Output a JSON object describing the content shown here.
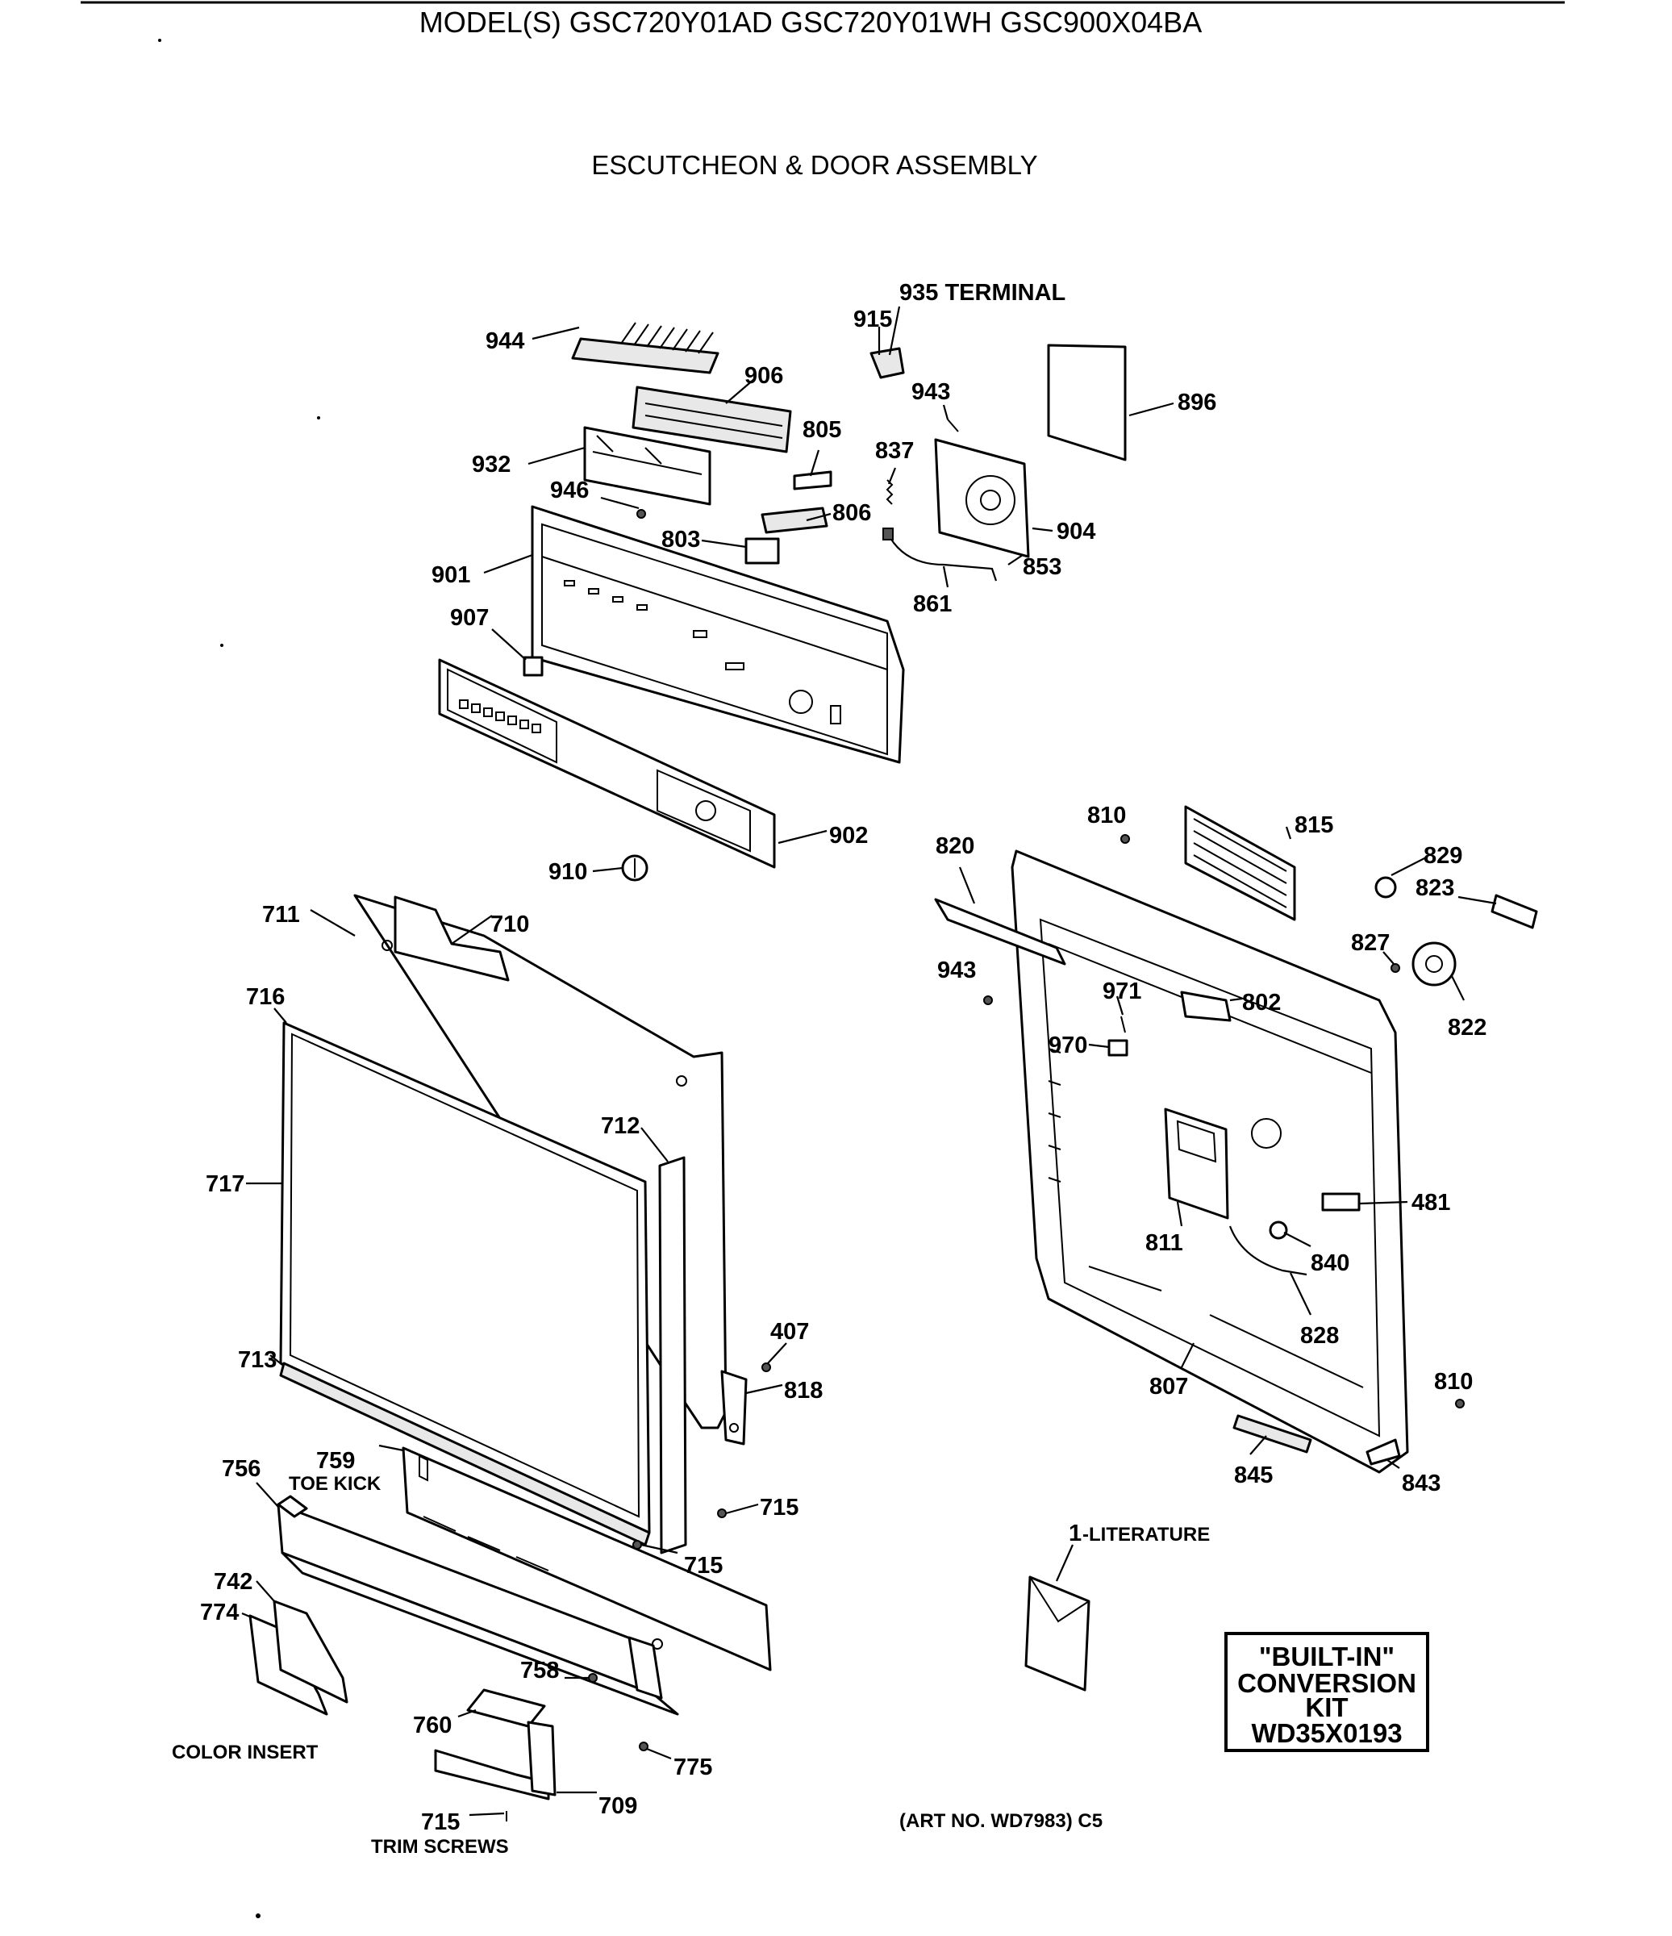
{
  "header": {
    "models": "MODEL(S) GSC720Y01AD  GSC720Y01WH  GSC900X04BA",
    "assembly_title": "ESCUTCHEON & DOOR ASSEMBLY"
  },
  "callouts": {
    "p935": "935 TERMINAL",
    "p915": "915",
    "p944": "944",
    "p906": "906",
    "p943a": "943",
    "p896": "896",
    "p932": "932",
    "p805": "805",
    "p837": "837",
    "p946": "946",
    "p806": "806",
    "p904": "904",
    "p803": "803",
    "p853": "853",
    "p901": "901",
    "p861": "861",
    "p907": "907",
    "p810a": "810",
    "p815": "815",
    "p902": "902",
    "p820": "820",
    "p829": "829",
    "p823": "823",
    "p910": "910",
    "p711": "711",
    "p710": "710",
    "p827": "827",
    "p943b": "943",
    "p971": "971",
    "p802": "802",
    "p716": "716",
    "p822": "822",
    "p970": "970",
    "p712": "712",
    "p717": "717",
    "p481": "481",
    "p811": "811",
    "p840": "840",
    "p407": "407",
    "p828": "828",
    "p713": "713",
    "p810b": "810",
    "p807": "807",
    "p818": "818",
    "p759": "759",
    "p756": "756",
    "p845": "845",
    "p843": "843",
    "p715a": "715",
    "p715b": "715",
    "p742": "742",
    "p774": "774",
    "p758": "758",
    "p760": "760",
    "p775": "775",
    "p709": "709",
    "p715c": "715",
    "p1": "1",
    "literature_label": "-LITERATURE",
    "toe_kick_label": "TOE KICK",
    "color_insert_label": "COLOR INSERT",
    "trim_screws_label": "TRIM SCREWS"
  },
  "conversion_kit": {
    "line1": "\"BUILT-IN\"",
    "line2": "CONVERSION",
    "line3": "KIT",
    "line4": "WD35X0193"
  },
  "art_number": "(ART NO. WD7983) C5"
}
